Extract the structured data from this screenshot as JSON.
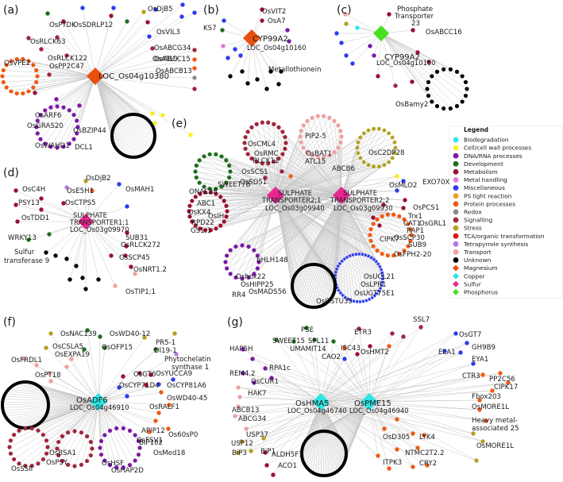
{
  "figure": {
    "legend": {
      "title": "Legend",
      "items": [
        {
          "label": "Biodegradation",
          "color": "#2fe4f0",
          "shape": "circle"
        },
        {
          "label": "Cell/cell wall processes",
          "color": "#f5f01e",
          "shape": "circle"
        },
        {
          "label": "DNA/RNA processes",
          "color": "#7a19a8",
          "shape": "circle"
        },
        {
          "label": "Development",
          "color": "#1f6e1f",
          "shape": "circle"
        },
        {
          "label": "Metabolism",
          "color": "#9b1030",
          "shape": "circle"
        },
        {
          "label": "Metal handling",
          "color": "#e07bd0",
          "shape": "circle"
        },
        {
          "label": "Miscellaneous",
          "color": "#2d3cf0",
          "shape": "circle"
        },
        {
          "label": "PS light reaction",
          "color": "#f0a01e",
          "shape": "circle"
        },
        {
          "label": "Protein processes",
          "color": "#f05a14",
          "shape": "circle"
        },
        {
          "label": "Redox",
          "color": "#8c8c8c",
          "shape": "circle"
        },
        {
          "label": "Signalling",
          "color": "#a0263c",
          "shape": "circle"
        },
        {
          "label": "Stress",
          "color": "#b4a01e",
          "shape": "circle"
        },
        {
          "label": "TCA/organic transformation",
          "color": "#e01414",
          "shape": "circle"
        },
        {
          "label": "Tetrapyrrole synthesis",
          "color": "#b478e6",
          "shape": "circle"
        },
        {
          "label": "Transport",
          "color": "#f0a0a0",
          "shape": "circle"
        },
        {
          "label": "Unknown",
          "color": "#000000",
          "shape": "circle"
        },
        {
          "label": "Magnesium",
          "color": "#e8500f",
          "shape": "diamond"
        },
        {
          "label": "Copper",
          "color": "#2fe4e4",
          "shape": "diamond"
        },
        {
          "label": "Sulfur",
          "color": "#e82890",
          "shape": "diamond"
        },
        {
          "label": "Phosphorus",
          "color": "#46e01e",
          "shape": "diamond"
        }
      ]
    },
    "panels": {
      "a": {
        "label": "(a)",
        "hub": {
          "name": "LOC_Os04g10380",
          "color": "#e8500f"
        },
        "genes": [
          "OsDjB5",
          "OsPYDK",
          "OsSDRLP12",
          "OsRLCK63",
          "OsRLCK122",
          "OsPP2C47",
          "OsVPE2",
          "OsVIL3",
          "OsABCG34",
          "OsATL9",
          "OsABCC15",
          "OsABCB13",
          "OsARF6",
          "OsGRAS20",
          "OsBZIP44",
          "OsWAHD1",
          "DCL1"
        ]
      },
      "b": {
        "label": "(b)",
        "hub": {
          "name": "CYP99A2",
          "sub": "LOC_Os04g10160",
          "color": "#e8500f"
        },
        "genes": [
          "KS7",
          "OsVIT2",
          "OsA7",
          "Metallothionein"
        ]
      },
      "c": {
        "label": "(c)",
        "hub": {
          "name": "CYP99A2",
          "sub": "LOC_Os04g10160",
          "color": "#46e01e"
        },
        "genes": [
          "Phosphate",
          "Transporter",
          "23",
          "OsABCC16",
          "OsBamy2"
        ]
      },
      "d": {
        "label": "(d)",
        "hub": {
          "name": "SULPHATE",
          "name2": "TRANSPORTER1;1",
          "sub": "LOC_Os03g09970",
          "color": "#e82890"
        },
        "genes": [
          "OsDjB2",
          "OsC4H",
          "OsE5H1",
          "OsMAH1",
          "PSY13",
          "OsCTPS5",
          "OsTDD1",
          "WRKY13",
          "SUB31",
          "OsRLCK272",
          "OsSCP45",
          "OsNRT1.2",
          "OsTIP1;1",
          "Sulfur",
          "transferase 9"
        ]
      },
      "e": {
        "label": "(e)",
        "hub1": {
          "name": "SULPHATE",
          "name2": "TRANSPORTER2;1",
          "sub": "LOC_Os03g09940",
          "color": "#e82890"
        },
        "hub2": {
          "name": "SULPHATE",
          "name2": "TRANSPORTER2;2",
          "sub": "LOC_Os03g09930",
          "color": "#e82890"
        },
        "genes": [
          "OsCML4",
          "OsRMC",
          "RLCK11",
          "OsSCS1",
          "PIP2-5",
          "OsBAT1",
          "ATL15",
          "OsC2DP28",
          "ABCB6",
          "ONAC28",
          "SWEET7B",
          "OsSD51",
          "OsMLO2",
          "EXO70X4",
          "OsPCS1",
          "Trx1",
          "CAT1",
          "OsGRL1",
          "RAP1",
          "ABC1",
          "OsKX4",
          "RPD22",
          "GS1;1",
          "OsIH",
          "CIPK7",
          "OsSCP30",
          "SUB9",
          "OsFPH2-20",
          "bHLH148",
          "Oshox22",
          "OsHIPP25",
          "RR4",
          "OsMADS56",
          "OsGSTU35",
          "OsUCL21",
          "OsLPR1",
          "OsUGT75E1"
        ]
      },
      "f": {
        "label": "(f)",
        "hub": {
          "name": "OsADF6",
          "sub": "LOC_Os04g46910",
          "color": "#2fe4e4"
        },
        "genes": [
          "OsNAC139",
          "OsWD40-12",
          "OsCSLA5",
          "OsOFP15",
          "PR5-1",
          "OsEXPA19",
          "DI19-1",
          "OsFRDL1",
          "Phytochelatin",
          "synthase 1",
          "OsPT18",
          "OsGT6",
          "OsYUCCA9",
          "OsCYP71D4",
          "OsCYP81A6",
          "OsWD40-45",
          "OsRALF1",
          "APIP12",
          "BIP102",
          "Os60sP0",
          "OsFSV1",
          "OsMed18",
          "OsHSF",
          "OsHAP2D",
          "OsSSII",
          "OsBSA1",
          "OsPSY"
        ]
      },
      "g": {
        "label": "(g)",
        "hub1": {
          "name": "OsHMA5",
          "sub": "LOC_Os04g46740",
          "color": "#2fe4e4"
        },
        "hub2": {
          "name": "OsPME15",
          "sub": "LOC_Os04g46940",
          "color": "#2fe4e4"
        },
        "genes": [
          "PSE",
          "SWEET15",
          "SPL11",
          "UMAMIT14",
          "ETR3",
          "ISC43",
          "CAO2",
          "OsHMT2",
          "SSL7",
          "OsGT7",
          "GH9B9",
          "ELA1",
          "EYA1",
          "CTR3",
          "PP2C56",
          "CIPK17",
          "Fbox203",
          "OsMORE1L",
          "Heavy metal-",
          "associated 25",
          "OsMORE1L",
          "HAP5H",
          "REM4.2",
          "OsCUR1",
          "RPA1c",
          "HAK7",
          "ABCB13",
          "ABCG34",
          "USP37",
          "USP12",
          "BiP3",
          "BiP1",
          "ALDH5F1",
          "ACO1",
          "OsD305",
          "LYK4",
          "NTMC2T2.2",
          "ITPK3",
          "CRY2"
        ]
      }
    }
  }
}
